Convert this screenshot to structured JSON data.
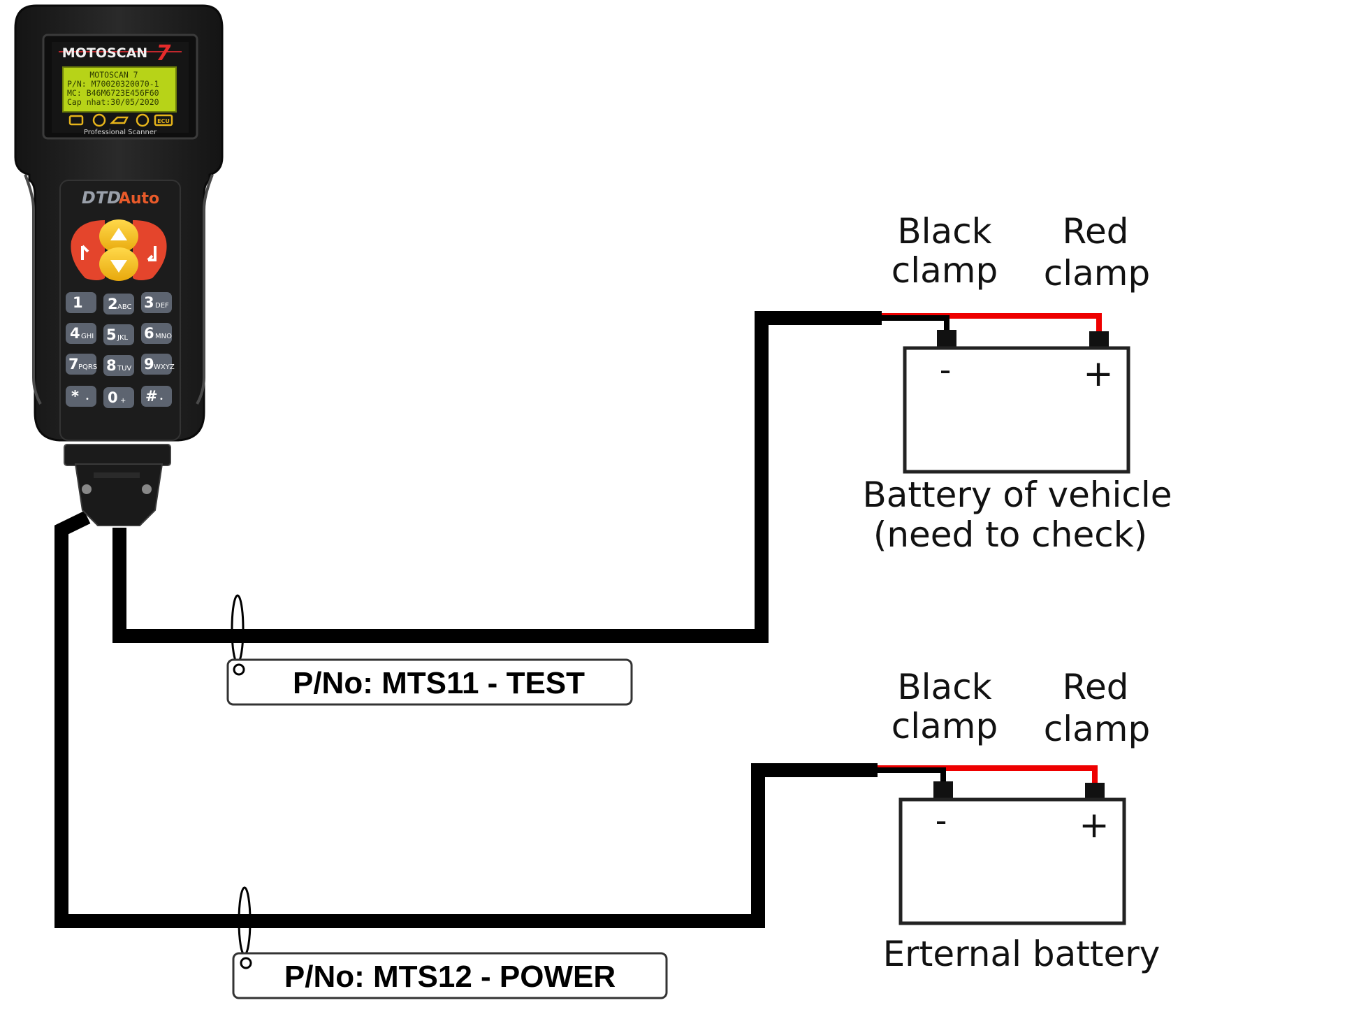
{
  "device": {
    "brand": "MOTOSCAN",
    "model_num": "7",
    "lcd_lines": [
      "MOTOSCAN 7",
      "P/N: M70020320070-1",
      "MC: B46M6723E456F60",
      "Cap nhat:30/05/2020"
    ],
    "subtitle": "Professional Scanner",
    "maker_a": "DTD",
    "maker_b": "Auto",
    "lcd_icon_ecu": "ECU",
    "keys": [
      {
        "main": "1",
        "sub": ""
      },
      {
        "main": "2",
        "sub": "ABC"
      },
      {
        "main": "3",
        "sub": "DEF"
      },
      {
        "main": "4",
        "sub": "GHI"
      },
      {
        "main": "5",
        "sub": "JKL"
      },
      {
        "main": "6",
        "sub": "MNO"
      },
      {
        "main": "7",
        "sub": "PQRS"
      },
      {
        "main": "8",
        "sub": "TUV"
      },
      {
        "main": "9",
        "sub": "WXYZ"
      },
      {
        "main": "*",
        "sub": "•"
      },
      {
        "main": "0",
        "sub": "+"
      },
      {
        "main": "#",
        "sub": "•"
      }
    ]
  },
  "cable_test_tag": "P/No: MTS11 - TEST",
  "cable_power_tag": "P/No: MTS12 - POWER",
  "battery_vehicle": {
    "black_clamp": [
      "Black",
      "clamp"
    ],
    "red_clamp": [
      "Red",
      "clamp"
    ],
    "neg": "-",
    "pos": "+",
    "caption": [
      "Battery of vehicle",
      "(need to check)"
    ]
  },
  "battery_external": {
    "black_clamp": [
      "Black",
      "clamp"
    ],
    "red_clamp": [
      "Red",
      "clamp"
    ],
    "neg": "-",
    "pos": "+",
    "caption": [
      "Erternal battery"
    ]
  },
  "colors": {
    "wire_black": "#000000",
    "wire_red": "#ee0000",
    "device_body": "#222222",
    "lcd_green": "#b7d318",
    "key_gray": "#5d6470",
    "key_red": "#e4452c",
    "key_yellow": "#f2c21a"
  }
}
